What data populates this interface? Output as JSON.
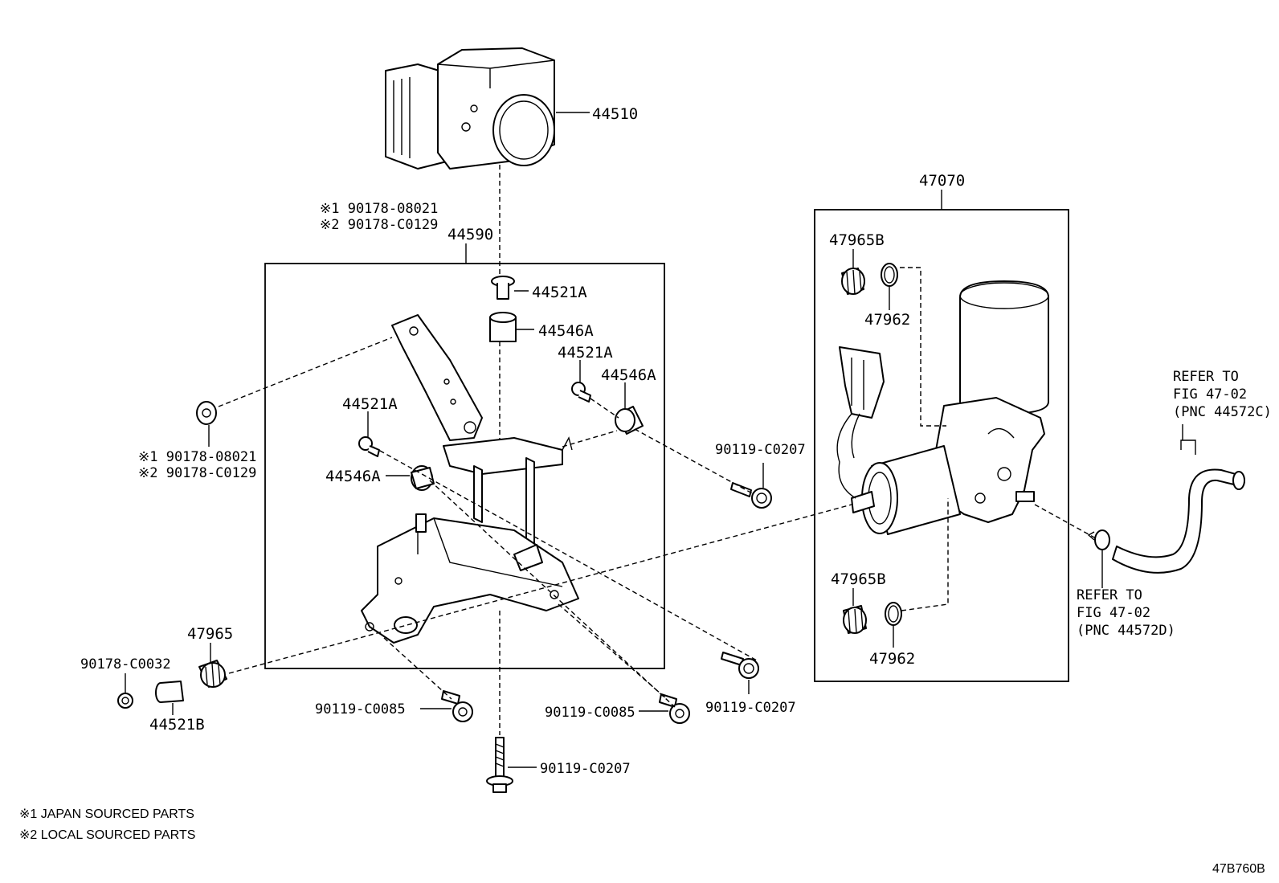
{
  "labels": {
    "abs_actuator": "44510",
    "bracket_assy": "44590",
    "cushion_pin_top": "44521A",
    "cushion_top": "44546A",
    "cushion_pin_right": "44521A",
    "cushion_right": "44546A",
    "cushion_pin_left": "44521A",
    "cushion_left": "44546A",
    "nut_left_note1": "※1 90178-08021",
    "nut_left_note2": "※2 90178-C0129",
    "nut_top_note1": "※1 90178-08021",
    "nut_top_note2": "※2 90178-C0129",
    "bolt_right_upper": "90119-C0207",
    "bolt_right_lower": "90119-C0207",
    "bolt_bottom_center": "90119-C0207",
    "bolt_lower_left": "90119-C0085",
    "bolt_lower_mid": "90119-C0085",
    "grommet_left": "47965",
    "nut_small": "90178-C0032",
    "collar": "44521B",
    "pump_assy": "47070",
    "grommet_top": "47965B",
    "ring_top": "47962",
    "grommet_bottom": "47965B",
    "ring_bottom": "47962",
    "refer_c_line1": "REFER TO",
    "refer_c_line2": "FIG 47-02",
    "refer_c_line3": "(PNC 44572C)",
    "refer_d_line1": "REFER TO",
    "refer_d_line2": "FIG 47-02",
    "refer_d_line3": "(PNC 44572D)"
  },
  "notes": {
    "note1": "※1 JAPAN SOURCED PARTS",
    "note2": "※2 LOCAL SOURCED PARTS"
  },
  "figure_id": "47B760B"
}
